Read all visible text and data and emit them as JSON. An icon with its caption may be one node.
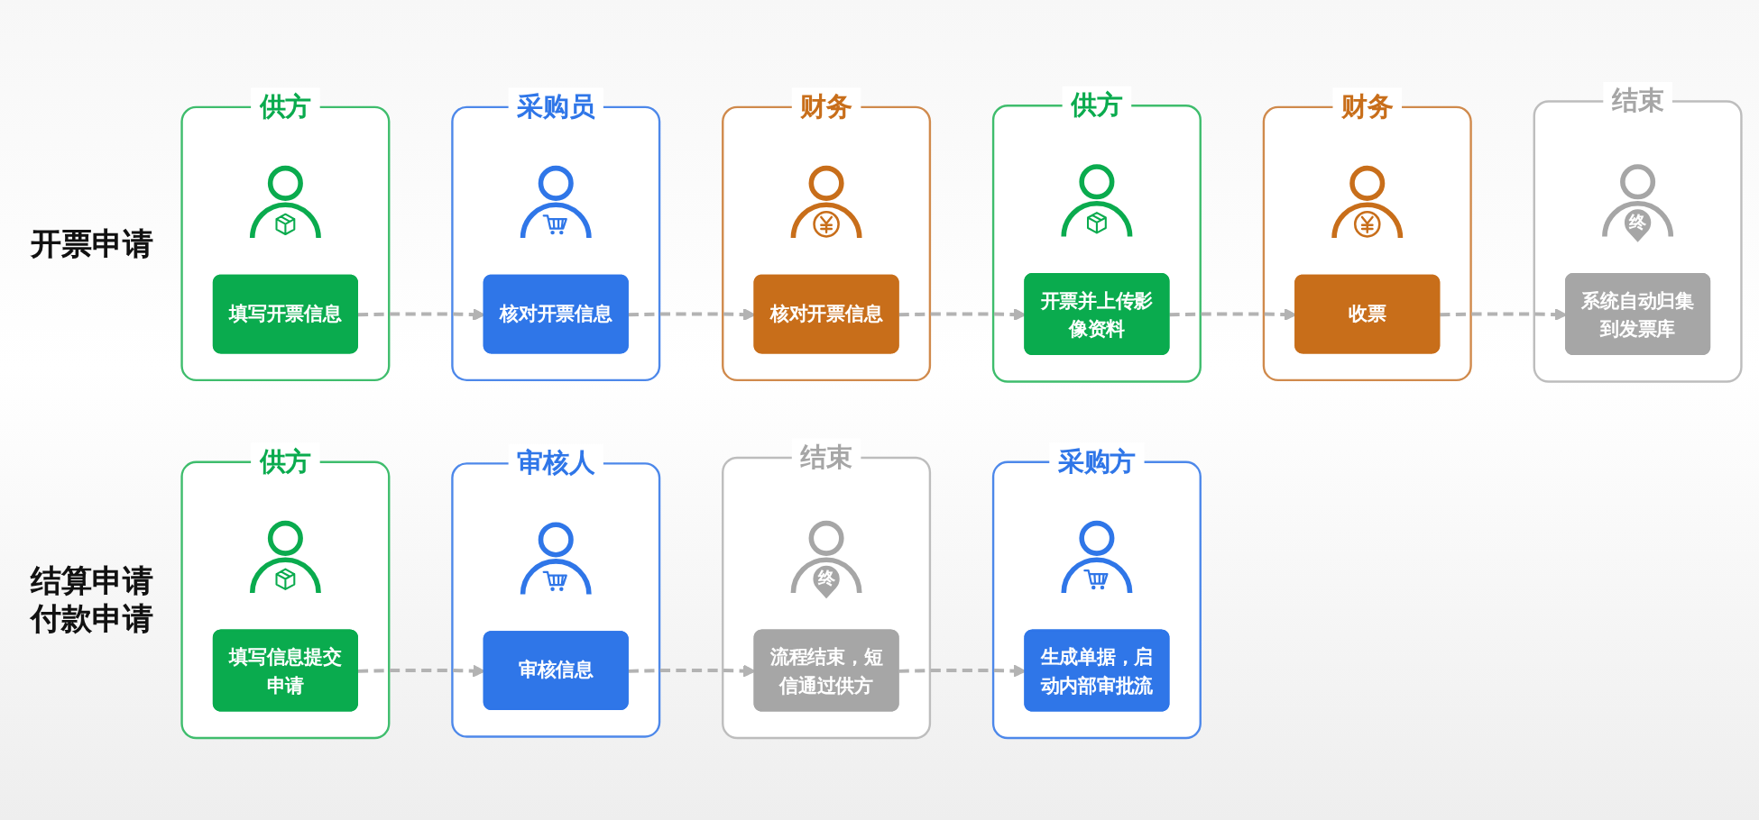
{
  "diagram": {
    "nodes": [
      {
        "text": [
          "供方"
        ]
      },
      {
        "text": [],
        "shape": "person",
        "in": 0
      },
      {
        "text": [
          "填写开票信息"
        ],
        "in": 0
      },
      {
        "text": [
          "采购员"
        ]
      },
      {
        "text": [],
        "shape": "person",
        "in": 3
      },
      {
        "text": [
          "核对开票信息"
        ],
        "in": 3
      },
      {
        "text": [
          "财务"
        ]
      },
      {
        "text": [],
        "shape": "person",
        "in": 6
      },
      {
        "text": [
          "核对开票信息"
        ],
        "in": 6
      },
      {
        "text": [
          "供方"
        ]
      },
      {
        "text": [],
        "shape": "person",
        "in": 9
      },
      {
        "text": [
          "开票并上传影像资料"
        ],
        "in": 9
      },
      {
        "text": [
          "财务"
        ]
      },
      {
        "text": [],
        "shape": "person",
        "in": 12
      },
      {
        "text": [
          "收票"
        ],
        "in": 12
      },
      {
        "text": [
          "结束"
        ]
      },
      {
        "text": [
          "终"
        ],
        "in": 15
      },
      {
        "text": [
          "系统自动归集到发票库"
        ],
        "in": 15
      },
      {
        "text": [
          "供方"
        ]
      },
      {
        "text": [],
        "shape": "person",
        "in": 18
      },
      {
        "text": [
          "填写信息提交申请"
        ],
        "in": 18
      },
      {
        "text": [
          "审核人"
        ]
      },
      {
        "text": [],
        "shape": "person",
        "in": 21
      },
      {
        "text": [
          "审核信息"
        ],
        "in": 21
      },
      {
        "text": [
          "结束"
        ]
      },
      {
        "text": [
          "终"
        ],
        "in": 24
      },
      {
        "text": [
          "流程结束，短信通过供方"
        ],
        "in": 24
      },
      {
        "text": [
          "采购方"
        ]
      },
      {
        "text": [],
        "shape": "person",
        "in": 27
      },
      {
        "text": [
          "生成单据，启动内部审批流"
        ],
        "in": 27
      }
    ],
    "edges": [
      {
        "from": 2,
        "to": 5,
        "arrow": "to",
        "style": "dashed"
      },
      {
        "from": 5,
        "to": 8,
        "arrow": "to",
        "style": "dashed"
      },
      {
        "from": 8,
        "to": 11,
        "arrow": "to",
        "style": "dashed"
      },
      {
        "from": 11,
        "to": 14,
        "arrow": "to",
        "style": "dashed"
      },
      {
        "from": 14,
        "to": 17,
        "arrow": "to",
        "style": "dashed"
      },
      {
        "from": 20,
        "to": 23,
        "arrow": "to",
        "style": "dashed"
      },
      {
        "from": 23,
        "to": 26,
        "arrow": "to",
        "style": "dashed"
      },
      {
        "from": 26,
        "to": 29,
        "arrow": "to",
        "style": "dashed"
      }
    ],
    "labels": [
      "开票申请",
      "结算申请",
      "付款申请"
    ]
  }
}
